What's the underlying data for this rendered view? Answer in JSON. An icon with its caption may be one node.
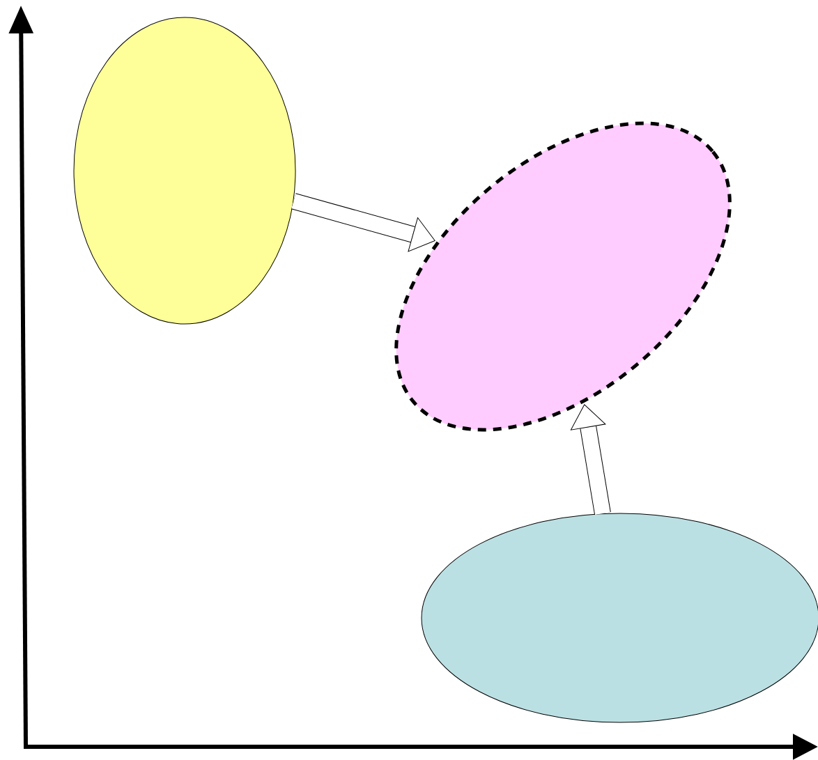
{
  "diagram": {
    "nodes": [
      {
        "text": [],
        "shape": "ellipse"
      },
      {
        "text": [],
        "shape": "ellipse"
      },
      {
        "text": [],
        "shape": "ellipse"
      }
    ],
    "edges": [
      {
        "from": 0,
        "to": 1,
        "arrow": "to"
      },
      {
        "from": 2,
        "to": 1,
        "arrow": "to"
      }
    ]
  }
}
